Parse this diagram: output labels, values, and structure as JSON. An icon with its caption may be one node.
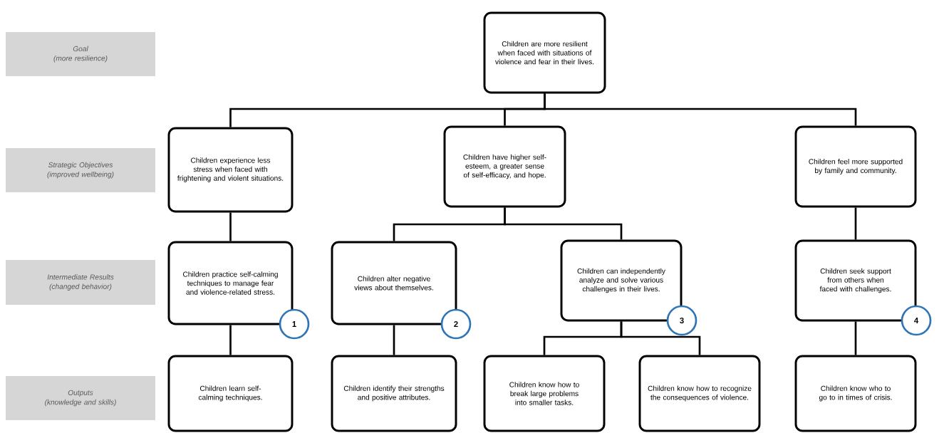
{
  "diagram": {
    "nodes": [
      {
        "text": [
          "Goal",
          "(more resilience)"
        ]
      },
      {
        "text": [
          "Children are more resilient when faced with situations of violence and fear in their lives."
        ]
      },
      {
        "text": [
          "Strategic Objectives",
          "(improved wellbeing)"
        ]
      },
      {
        "text": [
          "Children experience less stress when faced with frightening and violent situations."
        ]
      },
      {
        "text": [
          "Children have higher self-esteem, a greater sense of self-efficacy, and hope."
        ]
      },
      {
        "text": [
          "Children feel more supported by family and community."
        ]
      },
      {
        "text": [
          "Intermediate Results",
          "(changed behavior)"
        ]
      },
      {
        "text": [
          "Children practice self-calming techniques to manage fear and violence-related stress."
        ]
      },
      {
        "text": [
          "1"
        ]
      },
      {
        "text": [
          "Children alter negative views about themselves."
        ]
      },
      {
        "text": [
          "2"
        ]
      },
      {
        "text": [
          "Children can independently analyze and solve various challenges in their lives."
        ]
      },
      {
        "text": [
          "3"
        ]
      },
      {
        "text": [
          "Children seek support from others when faced with challenges."
        ]
      },
      {
        "text": [
          "4"
        ]
      },
      {
        "text": [
          "Outputs",
          "(knowledge and skills)"
        ]
      },
      {
        "text": [
          "Children learn self-calming techniques."
        ]
      },
      {
        "text": [
          "Children identify their strengths and positive attributes."
        ]
      },
      {
        "text": [
          "Children know how to break large problems into smaller tasks."
        ]
      },
      {
        "text": [
          "Children know how to recognize the consequences of violence."
        ]
      },
      {
        "text": [
          "Children know who to go to in times of crisis."
        ]
      }
    ],
    "edges": [
      {
        "from": 1,
        "to": 3,
        "arrow": "none"
      },
      {
        "from": 1,
        "to": 4,
        "arrow": "none"
      },
      {
        "from": 1,
        "to": 5,
        "arrow": "none"
      },
      {
        "from": 3,
        "to": 7,
        "arrow": "none"
      },
      {
        "from": 4,
        "to": 9,
        "arrow": "none"
      },
      {
        "from": 4,
        "to": 11,
        "arrow": "none"
      },
      {
        "from": 5,
        "to": 13,
        "arrow": "none"
      },
      {
        "from": 7,
        "to": 16,
        "arrow": "none"
      },
      {
        "from": 9,
        "to": 17,
        "arrow": "none"
      },
      {
        "from": 11,
        "to": 18,
        "arrow": "none"
      },
      {
        "from": 11,
        "to": 19,
        "arrow": "none"
      },
      {
        "from": 13,
        "to": 20,
        "arrow": "none"
      }
    ]
  }
}
